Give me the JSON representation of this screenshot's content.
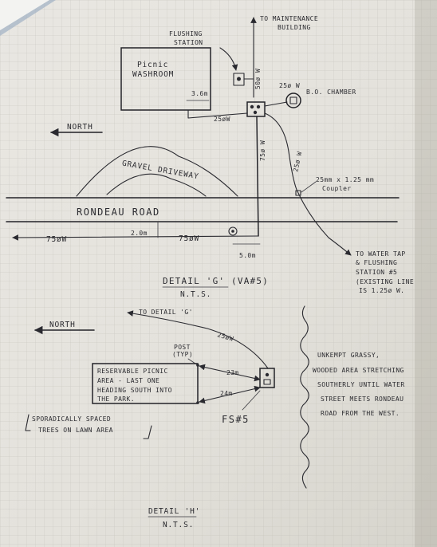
{
  "detail_g": {
    "maintenance_label_1": "TO MAINTENANCE",
    "maintenance_label_2": "BUILDING",
    "flushing_station_label_1": "FLUSHING",
    "flushing_station_label_2": "STATION",
    "washroom_label_1": "Picnic",
    "washroom_label_2": "WASHROOM",
    "washroom_pipe": "3.6m",
    "pipe_washroom": "25øW",
    "pipe_vertical_top": "50ø W",
    "pipe_25_chamber": "25ø W",
    "bo_chamber": "B.O. CHAMBER",
    "north_label": "NORTH",
    "pipe_vertical_mid": "75ø W",
    "pipe_diagonal": "25ø W",
    "gravel_label": "GRAVEL DRIVEWAY",
    "coupler_label_1": "25mm x 1.25 mm",
    "coupler_label_2": "Coupler",
    "road_label": "RONDEAU ROAD",
    "dim_2m": "2.0m",
    "main_left": "75øW",
    "main_right": "75øW",
    "dim_5m": "5.0m",
    "water_tap_1": "TO WATER TAP",
    "water_tap_2": "& FLUSHING",
    "water_tap_3": "STATION #5",
    "water_tap_4": "(EXISTING LINE",
    "water_tap_5": "IS 1.25ø W.",
    "title": "DETAIL 'G' (VA#5)",
    "subtitle": "N.T.S."
  },
  "detail_h": {
    "to_detail": "TO DETAIL 'G'",
    "north_label": "NORTH",
    "pipe_25": "25øW",
    "post_label_1": "POST",
    "post_label_2": "(TYP)",
    "area_line_1": "RESERVABLE PICNIC",
    "area_line_2": "AREA - LAST ONE",
    "area_line_3": "HEADING SOUTH INTO",
    "area_line_4": "THE PARK.",
    "dim_23": "23m",
    "dim_24": "24m",
    "station_label": "FS#5",
    "trees_line_1": "SPORADICALLY SPACED",
    "trees_line_2": "TREES ON LAWN AREA",
    "grassy_1": "UNKEMPT GRASSY,",
    "grassy_2": "WOODED AREA STRETCHING",
    "grassy_3": "SOUTHERLY UNTIL WATER",
    "grassy_4": "STREET MEETS RONDEAU",
    "grassy_5": "ROAD FROM THE WEST.",
    "title": "DETAIL 'H'",
    "subtitle": "N.T.S."
  }
}
